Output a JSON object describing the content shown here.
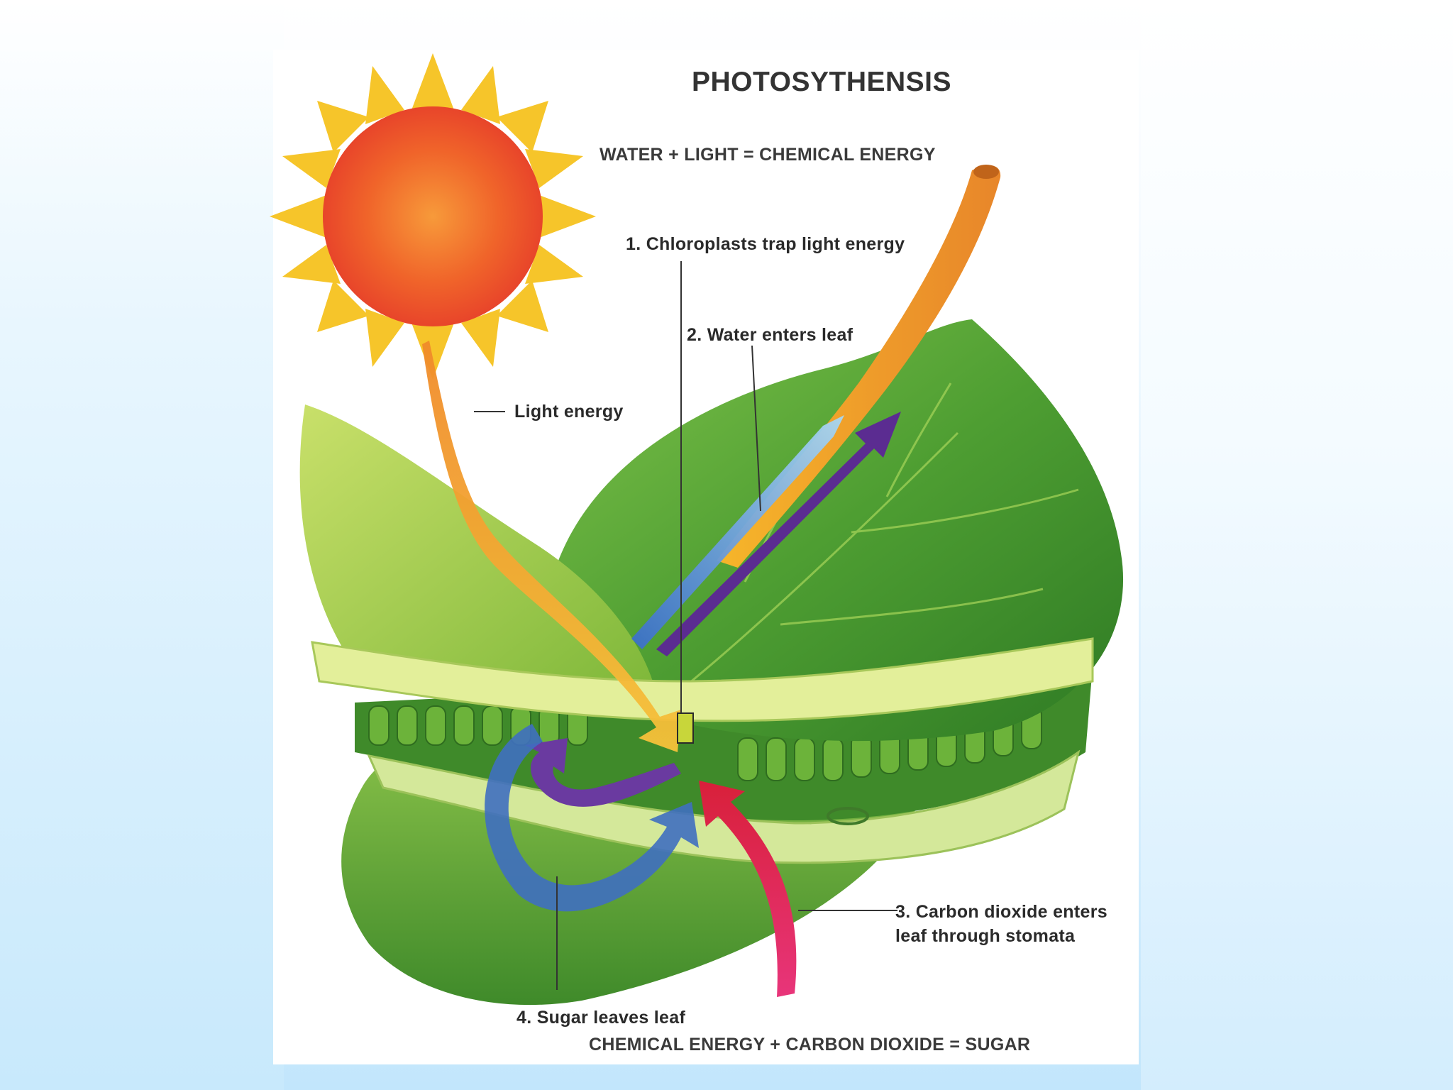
{
  "diagram": {
    "title": "PHOTOSYTHENSIS",
    "equation_top": "WATER + LIGHT = CHEMICAL ENERGY",
    "equation_bottom": "CHEMICAL ENERGY + CARBON DIOXIDE = SUGAR",
    "labels": {
      "light_energy": "Light energy",
      "step1": "1.  Chloroplasts trap light energy",
      "step2": "2.  Water enters leaf",
      "step3": "3.  Carbon dioxide enters leaf through stomata",
      "step4": "4.  Sugar leaves leaf"
    },
    "colors": {
      "sun": "#f0642a",
      "sun_rays": "#f6c52a",
      "leaf": "#5aa83a",
      "water_arrow": "#6fb4e4",
      "sugar_arrow": "#5b2c91",
      "co2_arrow": "#e0336e",
      "light_beam": "#f3a22a"
    }
  }
}
